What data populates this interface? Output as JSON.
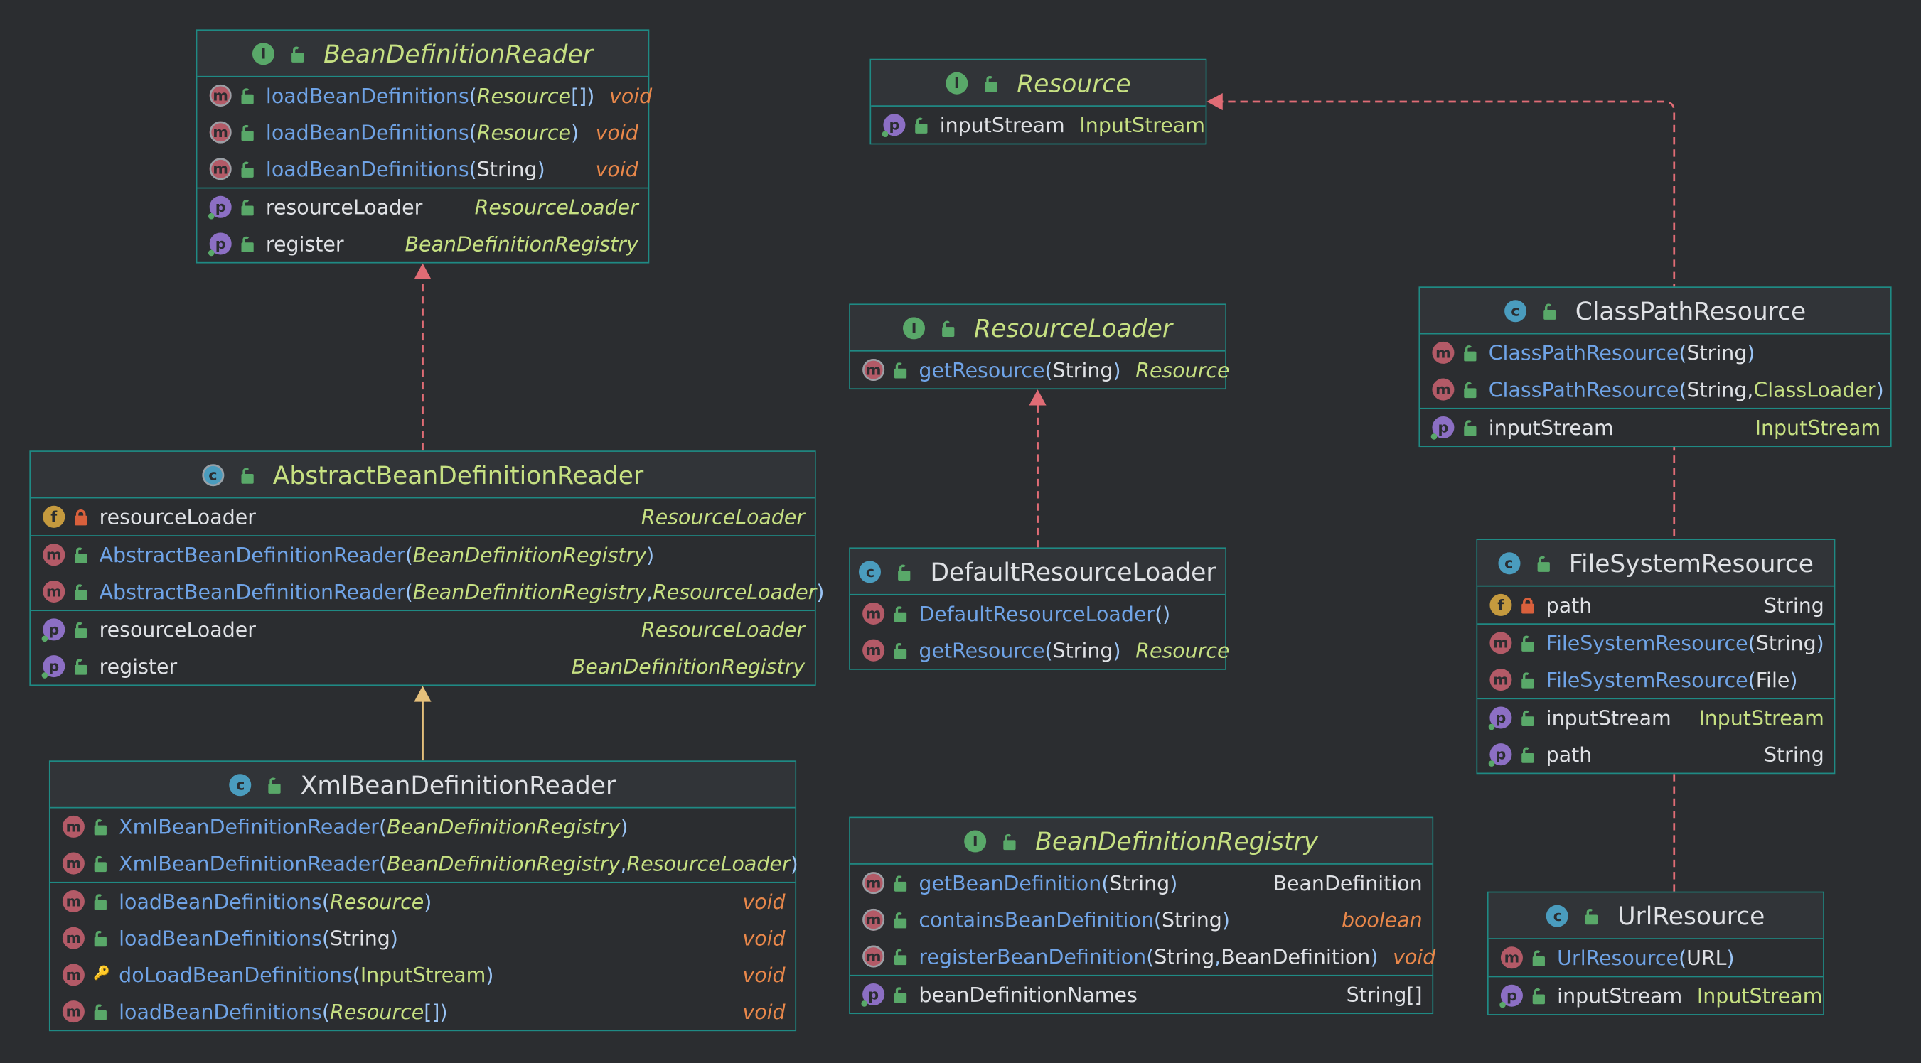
{
  "colors": {
    "background": "#2b2d30",
    "border": "#1f8a84",
    "interface_badge": "#59a869",
    "class_badge": "#4a9cbe",
    "method_badge": "#b35a67",
    "property_badge": "#8c6fc4",
    "field_badge": "#c59a3e",
    "realization_edge": "#e06c75",
    "generalization_edge": "#e5c07b"
  },
  "nodes": {
    "bdr": {
      "kind": "I",
      "title": "BeanDefinitionReader",
      "sections": [
        [
          {
            "badge": "m",
            "abstract": true,
            "vis": "pub",
            "name": "loadBeanDefinitions",
            "sep": " (",
            "params": [
              {
                "t": "Resource",
                "c": "ptype"
              },
              {
                "t": "[]",
                "c": "paren"
              }
            ],
            "close": ")",
            "ret": "void",
            "retc": "rtype-void"
          },
          {
            "badge": "m",
            "abstract": true,
            "vis": "pub",
            "name": "loadBeanDefinitions",
            "sep": " (",
            "params": [
              {
                "t": "Resource",
                "c": "ptype"
              }
            ],
            "close": ")",
            "ret": "void",
            "retc": "rtype-void"
          },
          {
            "badge": "m",
            "abstract": true,
            "vis": "pub",
            "name": "loadBeanDefinitions",
            "sep": " (",
            "params": [
              {
                "t": "String",
                "c": "ptype-plain"
              }
            ],
            "close": ")",
            "ret": "void",
            "retc": "rtype-void"
          }
        ],
        [
          {
            "badge": "p",
            "vis": "pub",
            "name": "resourceLoader",
            "prop": true,
            "ret": "ResourceLoader",
            "retc": "rtype-cls"
          },
          {
            "badge": "p",
            "vis": "pub",
            "name": "register",
            "prop": true,
            "ret": "BeanDefinitionRegistry",
            "retc": "rtype-cls"
          }
        ]
      ]
    },
    "res": {
      "kind": "I",
      "title": "Resource",
      "sections": [
        [
          {
            "badge": "p",
            "vis": "pub",
            "name": "inputStream",
            "prop": true,
            "ret": "InputStream",
            "retc": "rtype-cls2"
          }
        ]
      ]
    },
    "rl": {
      "kind": "I",
      "title": "ResourceLoader",
      "sections": [
        [
          {
            "badge": "m",
            "abstract": true,
            "vis": "pub",
            "name": "getResource",
            "sep": "(",
            "params": [
              {
                "t": "String",
                "c": "ptype-plain"
              }
            ],
            "close": ")",
            "ret": "Resource",
            "retc": "rtype-cls"
          }
        ]
      ]
    },
    "abdr": {
      "kind": "C",
      "abstract": true,
      "title": "AbstractBeanDefinitionReader",
      "sections": [
        [
          {
            "badge": "f",
            "vis": "priv",
            "name": "resourceLoader",
            "prop": true,
            "ret": "ResourceLoader",
            "retc": "rtype-cls"
          }
        ],
        [
          {
            "badge": "m",
            "vis": "pub",
            "name": "AbstractBeanDefinitionReader",
            "sep": " (",
            "params": [
              {
                "t": "BeanDefinitionRegistry",
                "c": "ptype"
              }
            ],
            "close": ")",
            "ret": "",
            "retc": ""
          },
          {
            "badge": "m",
            "vis": "pub",
            "name": "AbstractBeanDefinitionReader",
            "sep": " (",
            "params": [
              {
                "t": "BeanDefinitionRegistry",
                "c": "ptype"
              },
              {
                "t": ", ",
                "c": "paren"
              },
              {
                "t": "ResourceLoader",
                "c": "ptype"
              }
            ],
            "close": ")",
            "ret": "",
            "retc": ""
          }
        ],
        [
          {
            "badge": "p",
            "vis": "pub",
            "name": "resourceLoader",
            "prop": true,
            "ret": "ResourceLoader",
            "retc": "rtype-cls"
          },
          {
            "badge": "p",
            "vis": "pub",
            "name": "register",
            "prop": true,
            "ret": "BeanDefinitionRegistry",
            "retc": "rtype-cls"
          }
        ]
      ]
    },
    "drl": {
      "kind": "C",
      "title": "DefaultResourceLoader",
      "sections": [
        [
          {
            "badge": "m",
            "vis": "pub",
            "name": "DefaultResourceLoader",
            "sep": "",
            "params": [
              {
                "t": "()",
                "c": "paren"
              }
            ],
            "close": "",
            "ret": "",
            "retc": ""
          },
          {
            "badge": "m",
            "vis": "pub",
            "name": "getResource",
            "sep": "(",
            "params": [
              {
                "t": "String",
                "c": "ptype-plain"
              }
            ],
            "close": ")",
            "ret": "Resource",
            "retc": "rtype-cls"
          }
        ]
      ]
    },
    "xbdr": {
      "kind": "C",
      "title": "XmlBeanDefinitionReader",
      "sections": [
        [
          {
            "badge": "m",
            "vis": "pub",
            "name": "XmlBeanDefinitionReader",
            "sep": " (",
            "params": [
              {
                "t": "BeanDefinitionRegistry",
                "c": "ptype"
              }
            ],
            "close": ")",
            "ret": "",
            "retc": ""
          },
          {
            "badge": "m",
            "vis": "pub",
            "name": "XmlBeanDefinitionReader",
            "sep": " (",
            "params": [
              {
                "t": "BeanDefinitionRegistry",
                "c": "ptype"
              },
              {
                "t": ", ",
                "c": "paren"
              },
              {
                "t": "ResourceLoader",
                "c": "ptype"
              }
            ],
            "close": ")",
            "ret": "",
            "retc": ""
          }
        ],
        [
          {
            "badge": "m",
            "vis": "pub",
            "name": "loadBeanDefinitions",
            "sep": " (",
            "params": [
              {
                "t": "Resource",
                "c": "ptype"
              }
            ],
            "close": ")",
            "ret": "void",
            "retc": "rtype-void"
          },
          {
            "badge": "m",
            "vis": "pub",
            "name": "loadBeanDefinitions",
            "sep": " (",
            "params": [
              {
                "t": "String",
                "c": "ptype-plain"
              }
            ],
            "close": ")",
            "ret": "void",
            "retc": "rtype-void"
          },
          {
            "badge": "m",
            "vis": "pkg",
            "name": "doLoadBeanDefinitions",
            "sep": " (",
            "params": [
              {
                "t": "InputStream",
                "c": "ptype-c"
              }
            ],
            "close": ")",
            "ret": "void",
            "retc": "rtype-void"
          },
          {
            "badge": "m",
            "vis": "pub",
            "name": "loadBeanDefinitions",
            "sep": " (",
            "params": [
              {
                "t": "Resource",
                "c": "ptype"
              },
              {
                "t": "[]",
                "c": "paren"
              }
            ],
            "close": ")",
            "ret": "void",
            "retc": "rtype-void"
          }
        ]
      ]
    },
    "bdreg": {
      "kind": "I",
      "title": "BeanDefinitionRegistry",
      "sections": [
        [
          {
            "badge": "m",
            "abstract": true,
            "vis": "pub",
            "name": "getBeanDefinition",
            "sep": " (",
            "params": [
              {
                "t": "String",
                "c": "ptype-plain"
              }
            ],
            "close": ")",
            "ret": "BeanDefinition",
            "retc": "rtype-plain"
          },
          {
            "badge": "m",
            "abstract": true,
            "vis": "pub",
            "name": "containsBeanDefinition",
            "sep": " (",
            "params": [
              {
                "t": "String",
                "c": "ptype-plain"
              }
            ],
            "close": ")",
            "ret": "boolean",
            "retc": "rtype-bool"
          },
          {
            "badge": "m",
            "abstract": true,
            "vis": "pub",
            "name": "registerBeanDefinition",
            "sep": " (",
            "params": [
              {
                "t": "String",
                "c": "ptype-plain"
              },
              {
                "t": ", ",
                "c": "paren"
              },
              {
                "t": "BeanDefinition ",
                "c": "ptype-plain"
              }
            ],
            "close": ")",
            "ret": "void",
            "retc": "rtype-void"
          }
        ],
        [
          {
            "badge": "p",
            "vis": "pub",
            "name": "beanDefinitionNames",
            "prop": true,
            "ret": "String[]",
            "retc": "rtype-plain"
          }
        ]
      ]
    },
    "cpr": {
      "kind": "C",
      "title": "ClassPathResource",
      "sections": [
        [
          {
            "badge": "m",
            "vis": "pub",
            "name": "ClassPathResource",
            "sep": "(",
            "params": [
              {
                "t": "String",
                "c": "ptype-plain"
              }
            ],
            "close": ")",
            "ret": "",
            "retc": ""
          },
          {
            "badge": "m",
            "vis": "pub",
            "name": "ClassPathResource",
            "sep": "(",
            "params": [
              {
                "t": "String, ",
                "c": "ptype-plain"
              },
              {
                "t": "ClassLoader",
                "c": "ptype-c"
              }
            ],
            "close": ")",
            "ret": "",
            "retc": ""
          }
        ],
        [
          {
            "badge": "p",
            "vis": "pub",
            "name": "inputStream",
            "prop": true,
            "ret": "InputStream",
            "retc": "rtype-cls2"
          }
        ]
      ]
    },
    "fsr": {
      "kind": "C",
      "title": "FileSystemResource",
      "sections": [
        [
          {
            "badge": "f",
            "vis": "priv",
            "name": "path",
            "prop": true,
            "ret": "String",
            "retc": "rtype-plain"
          }
        ],
        [
          {
            "badge": "m",
            "vis": "pub",
            "name": "FileSystemResource",
            "sep": "(",
            "params": [
              {
                "t": "String",
                "c": "ptype-plain"
              }
            ],
            "close": ")",
            "ret": "",
            "retc": ""
          },
          {
            "badge": "m",
            "vis": "pub",
            "name": "FileSystemResource",
            "sep": "(",
            "params": [
              {
                "t": "File",
                "c": "ptype-plain"
              }
            ],
            "close": ")",
            "ret": "",
            "retc": ""
          }
        ],
        [
          {
            "badge": "p",
            "vis": "pub",
            "name": "inputStream",
            "prop": true,
            "ret": "InputStream",
            "retc": "rtype-cls2"
          },
          {
            "badge": "p",
            "vis": "pub",
            "name": "path",
            "prop": true,
            "ret": "String",
            "retc": "rtype-plain"
          }
        ]
      ]
    },
    "ur": {
      "kind": "C",
      "title": "UrlResource",
      "sections": [
        [
          {
            "badge": "m",
            "vis": "pub",
            "name": "UrlResource",
            "sep": "(",
            "params": [
              {
                "t": "URL",
                "c": "ptype-plain"
              }
            ],
            "close": ")",
            "ret": "",
            "retc": ""
          }
        ],
        [
          {
            "badge": "p",
            "vis": "pub",
            "name": "inputStream",
            "prop": true,
            "ret": "InputStream",
            "retc": "rtype-cls2"
          }
        ]
      ]
    }
  },
  "edges": [
    {
      "from": "abdr",
      "to": "bdr",
      "type": "realization"
    },
    {
      "from": "xbdr",
      "to": "abdr",
      "type": "generalization"
    },
    {
      "from": "drl",
      "to": "rl",
      "type": "realization"
    },
    {
      "from": "ur",
      "to": "res",
      "type": "realization"
    }
  ]
}
